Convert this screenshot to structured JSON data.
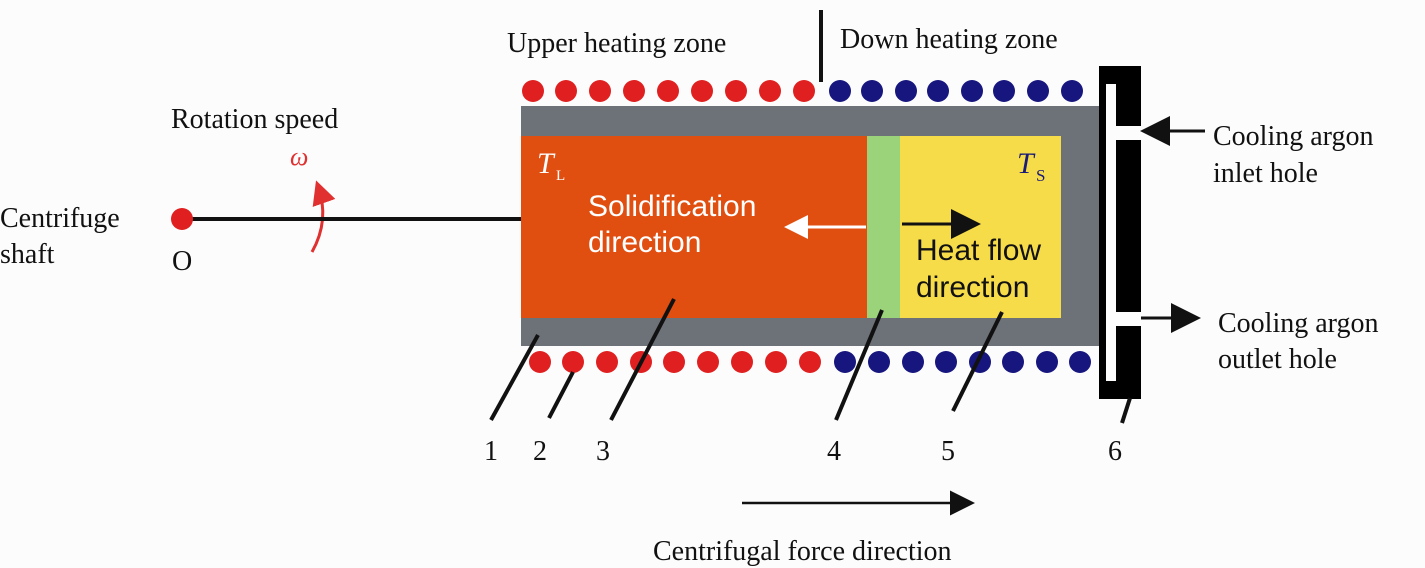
{
  "labels": {
    "upper_zone": "Upper heating zone",
    "down_zone": "Down heating zone",
    "rotation_speed": "Rotation speed",
    "omega": "ω",
    "shaft_line1": "Centrifuge",
    "shaft_line2": "shaft",
    "origin": "O",
    "t_l_main": "T",
    "t_l_sub": "L",
    "t_s_main": "T",
    "t_s_sub": "S",
    "solid_line1": "Solidification",
    "solid_line2": "direction",
    "heat_line1": "Heat flow",
    "heat_line2": "direction",
    "inlet_line1": "Cooling argon",
    "inlet_line2": "inlet hole",
    "outlet_line1": "Cooling argon",
    "outlet_line2": "outlet hole",
    "centrifugal": "Centrifugal force direction"
  },
  "part_numbers": [
    "1",
    "2",
    "3",
    "4",
    "5",
    "6"
  ],
  "colors": {
    "hot_coil": "#e02020",
    "cold_coil": "#16167e",
    "crucible": "#6d7278",
    "melt": "#e04e10",
    "interface": "#9ad37a",
    "solid": "#f7dc4a",
    "cooler": "#000000",
    "arrow_white": "#ffffff",
    "text": "#111111",
    "omega": "#e03030"
  }
}
